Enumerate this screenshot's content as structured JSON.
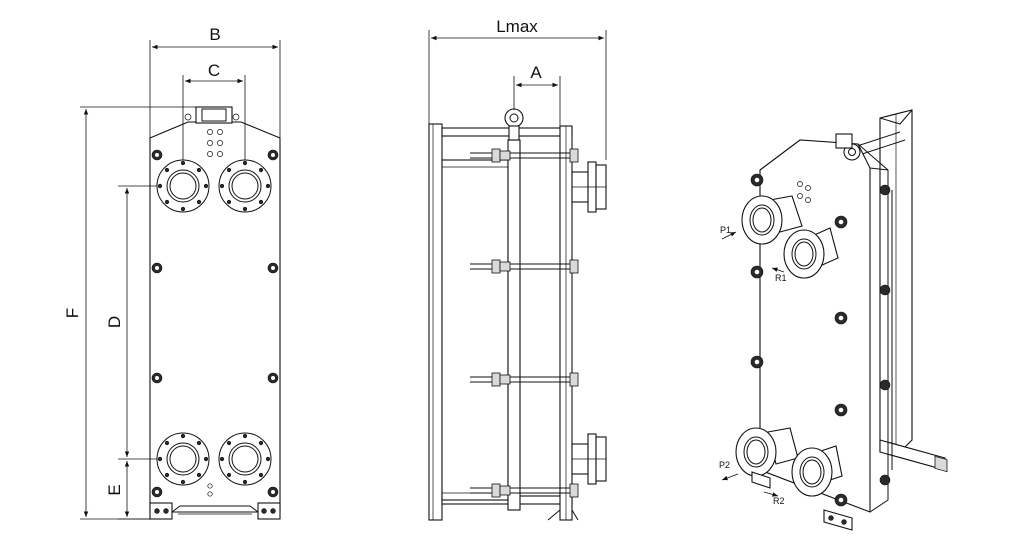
{
  "dimensions": {
    "B": "B",
    "C": "C",
    "F": "F",
    "D": "D",
    "E": "E",
    "Lmax": "Lmax",
    "A": "A"
  },
  "ports": {
    "p1": "P1",
    "r1": "R1",
    "p2": "P2",
    "r2": "R2"
  }
}
